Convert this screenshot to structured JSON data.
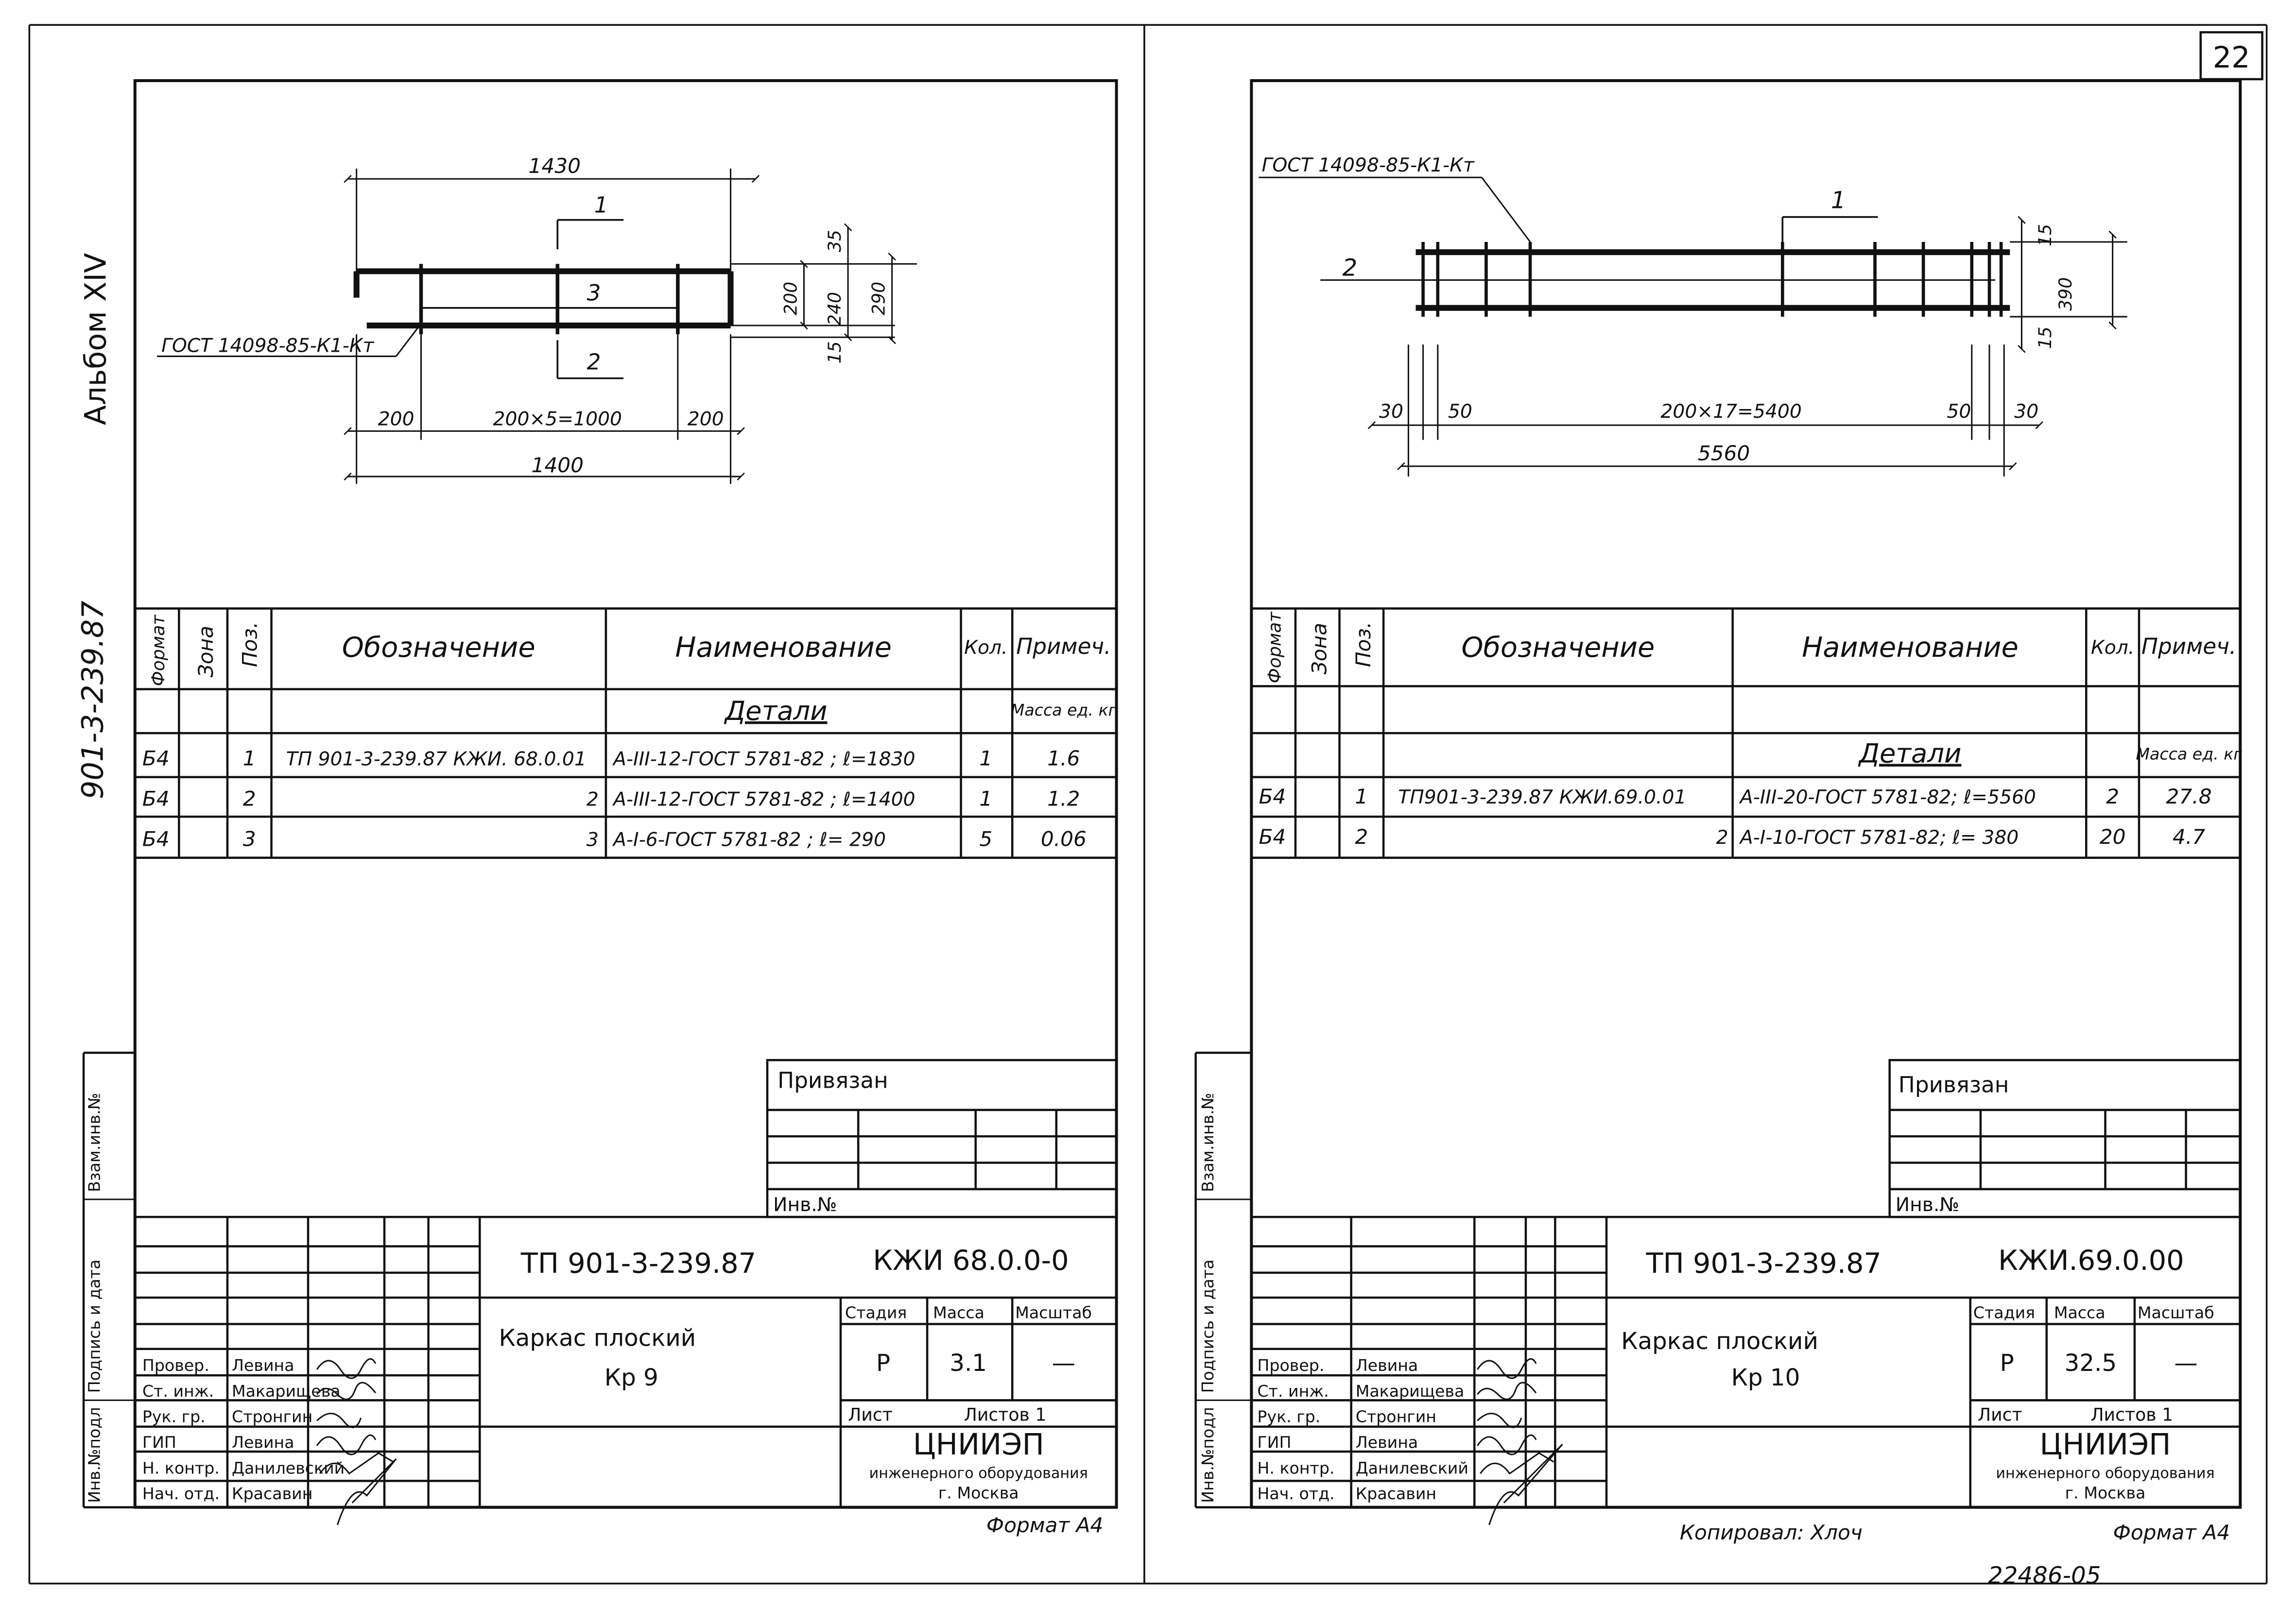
{
  "page_number": "22",
  "copy_number": "22486-05",
  "copied_by": "Копировал: Хлоч",
  "side_labels": {
    "album": "Альбом XIV",
    "project": "901-3-239.87",
    "stamp_columns": [
      "Инв.№подл",
      "Подпись и дата",
      "Взам.инв.№"
    ]
  },
  "common": {
    "gost_weld": "ГОСТ 14098-85-К1-Кт",
    "table_headers": [
      "Формат",
      "Зона",
      "Поз.",
      "Обозначение",
      "Наименование",
      "Кол.",
      "Примеч."
    ],
    "section_title": "Детали",
    "mass_note": "Масса ед. кг",
    "attached_label": "Привязан",
    "inv_label": "Инв.№",
    "stage_label": "Стадия",
    "mass_label": "Масса",
    "scale_label": "Масштаб",
    "sheet_label": "Лист",
    "sheets_label": "Листов 1",
    "org_name": "ЦНИИЭП",
    "org_line2": "инженерного оборудования",
    "org_city": "г. Москва",
    "format_label": "Формат А4",
    "roles": [
      {
        "role": "Провер.",
        "name": "Левина"
      },
      {
        "role": "Ст. инж.",
        "name": "Макарищева"
      },
      {
        "role": "Рук. гр.",
        "name": "Стронгин"
      },
      {
        "role": "ГИП",
        "name": "Левина"
      },
      {
        "role": "Н. контр.",
        "name": "Данилевский"
      },
      {
        "role": "Нач. отд.",
        "name": "Красавин"
      }
    ]
  },
  "left": {
    "dims": {
      "overall": "1430",
      "height_a": "200",
      "height_b": "240",
      "height_c": "290",
      "top_offset": "35",
      "bottom_offset": "15",
      "pitch_left": "200",
      "pitch_mid": "200×5=1000",
      "pitch_right": "200",
      "bottom_overall": "1400"
    },
    "pos_labels": [
      "1",
      "2",
      "3"
    ],
    "rows": [
      {
        "format": "Б4",
        "pos": "1",
        "designation": "ТП 901-3-239.87  КЖИ. 68.0.01",
        "name": "А-III-12-ГОСТ 5781-82 ; ℓ=1830",
        "qty": "1",
        "note": "1.6"
      },
      {
        "format": "Б4",
        "pos": "2",
        "designation": "2",
        "name": "А-III-12-ГОСТ 5781-82 ; ℓ=1400",
        "qty": "1",
        "note": "1.2"
      },
      {
        "format": "Б4",
        "pos": "3",
        "designation": "3",
        "name": "А-I-6-ГОСТ 5781-82 ; ℓ= 290",
        "qty": "5",
        "note": "0.06"
      }
    ],
    "doc_number": "ТП 901-3-239.87",
    "doc_code": "КЖИ 68.0.0-0",
    "title": "Каркас плоский",
    "subtitle": "Кр 9",
    "stage": "Р",
    "mass": "3.1",
    "scale": "—"
  },
  "right": {
    "dims": {
      "height_total": "390",
      "top_offset": "15",
      "bottom_offset": "15",
      "edge_left": "30",
      "gap_left": "50",
      "pitch_mid": "200×17=5400",
      "gap_right": "50",
      "edge_right": "30",
      "overall": "5560"
    },
    "pos_labels": [
      "1",
      "2"
    ],
    "rows": [
      {
        "format": "Б4",
        "pos": "1",
        "designation": "ТП901-3-239.87  КЖИ.69.0.01",
        "name": "А-III-20-ГОСТ 5781-82; ℓ=5560",
        "qty": "2",
        "note": "27.8"
      },
      {
        "format": "Б4",
        "pos": "2",
        "designation": "2",
        "name": "А-I-10-ГОСТ 5781-82; ℓ= 380",
        "qty": "20",
        "note": "4.7"
      }
    ],
    "doc_number": "ТП 901-3-239.87",
    "doc_code": "КЖИ.69.0.00",
    "title": "Каркас плоский",
    "subtitle": "Кр 10",
    "stage": "Р",
    "mass": "32.5",
    "scale": "—"
  }
}
